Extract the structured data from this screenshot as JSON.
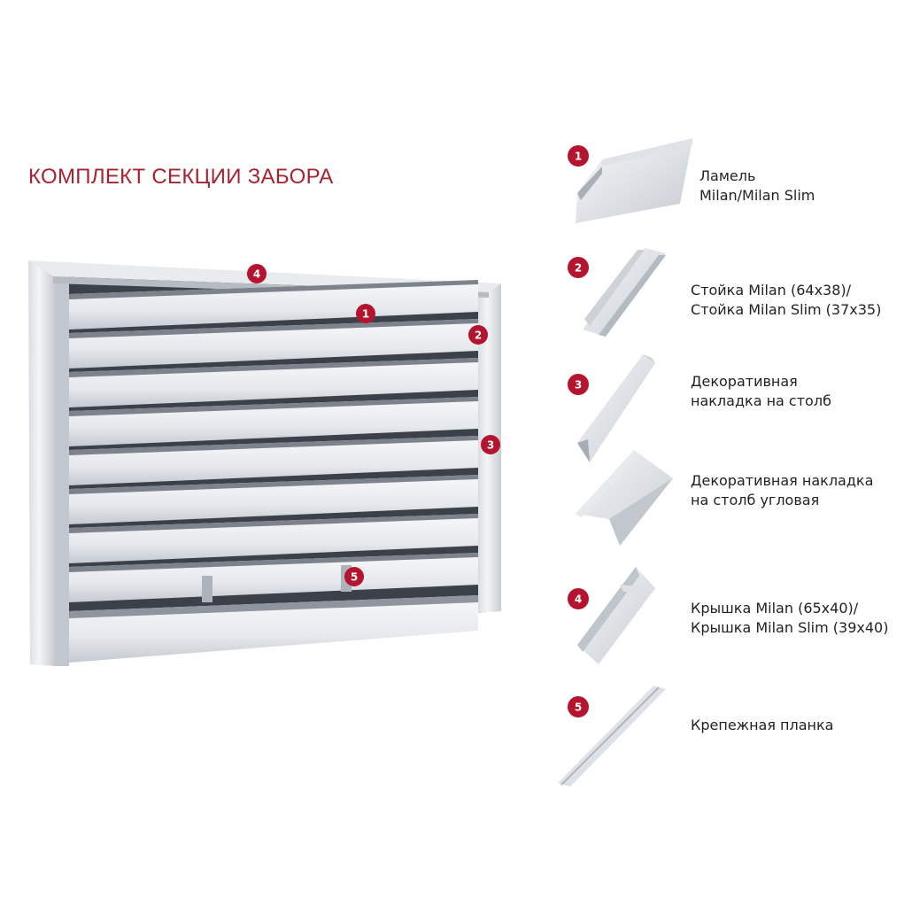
{
  "title": "КОМПЛЕКТ СЕКЦИИ ЗАБОРА",
  "colors": {
    "accent": "#b5142e",
    "title": "#a8232f",
    "metal_light": "#eef0f3",
    "metal_dark": "#b9bec6"
  },
  "fence_markers": [
    "4",
    "1",
    "2",
    "3",
    "5"
  ],
  "components": [
    {
      "number": "1",
      "icon": "lamel-profile-icon",
      "lines": [
        "Ламель",
        "Milan/Milan Slim"
      ]
    },
    {
      "number": "2",
      "icon": "post-channel-icon",
      "lines": [
        "Стойка Milan (64х38)/",
        "Стойка Milan Slim (37х35)"
      ]
    },
    {
      "number": "3",
      "icon": "post-cover-icon",
      "lines": [
        "Декоративная",
        "накладка на столб"
      ]
    },
    {
      "number": "",
      "icon": "corner-post-cover-icon",
      "lines": [
        "Декоративная накладка",
        "на столб угловая"
      ]
    },
    {
      "number": "4",
      "icon": "cap-profile-icon",
      "lines": [
        "Крышка Milan (65х40)/",
        "Крышка Milan Slim (39х40)"
      ]
    },
    {
      "number": "5",
      "icon": "mounting-strip-icon",
      "lines": [
        "Крепежная планка"
      ]
    }
  ]
}
